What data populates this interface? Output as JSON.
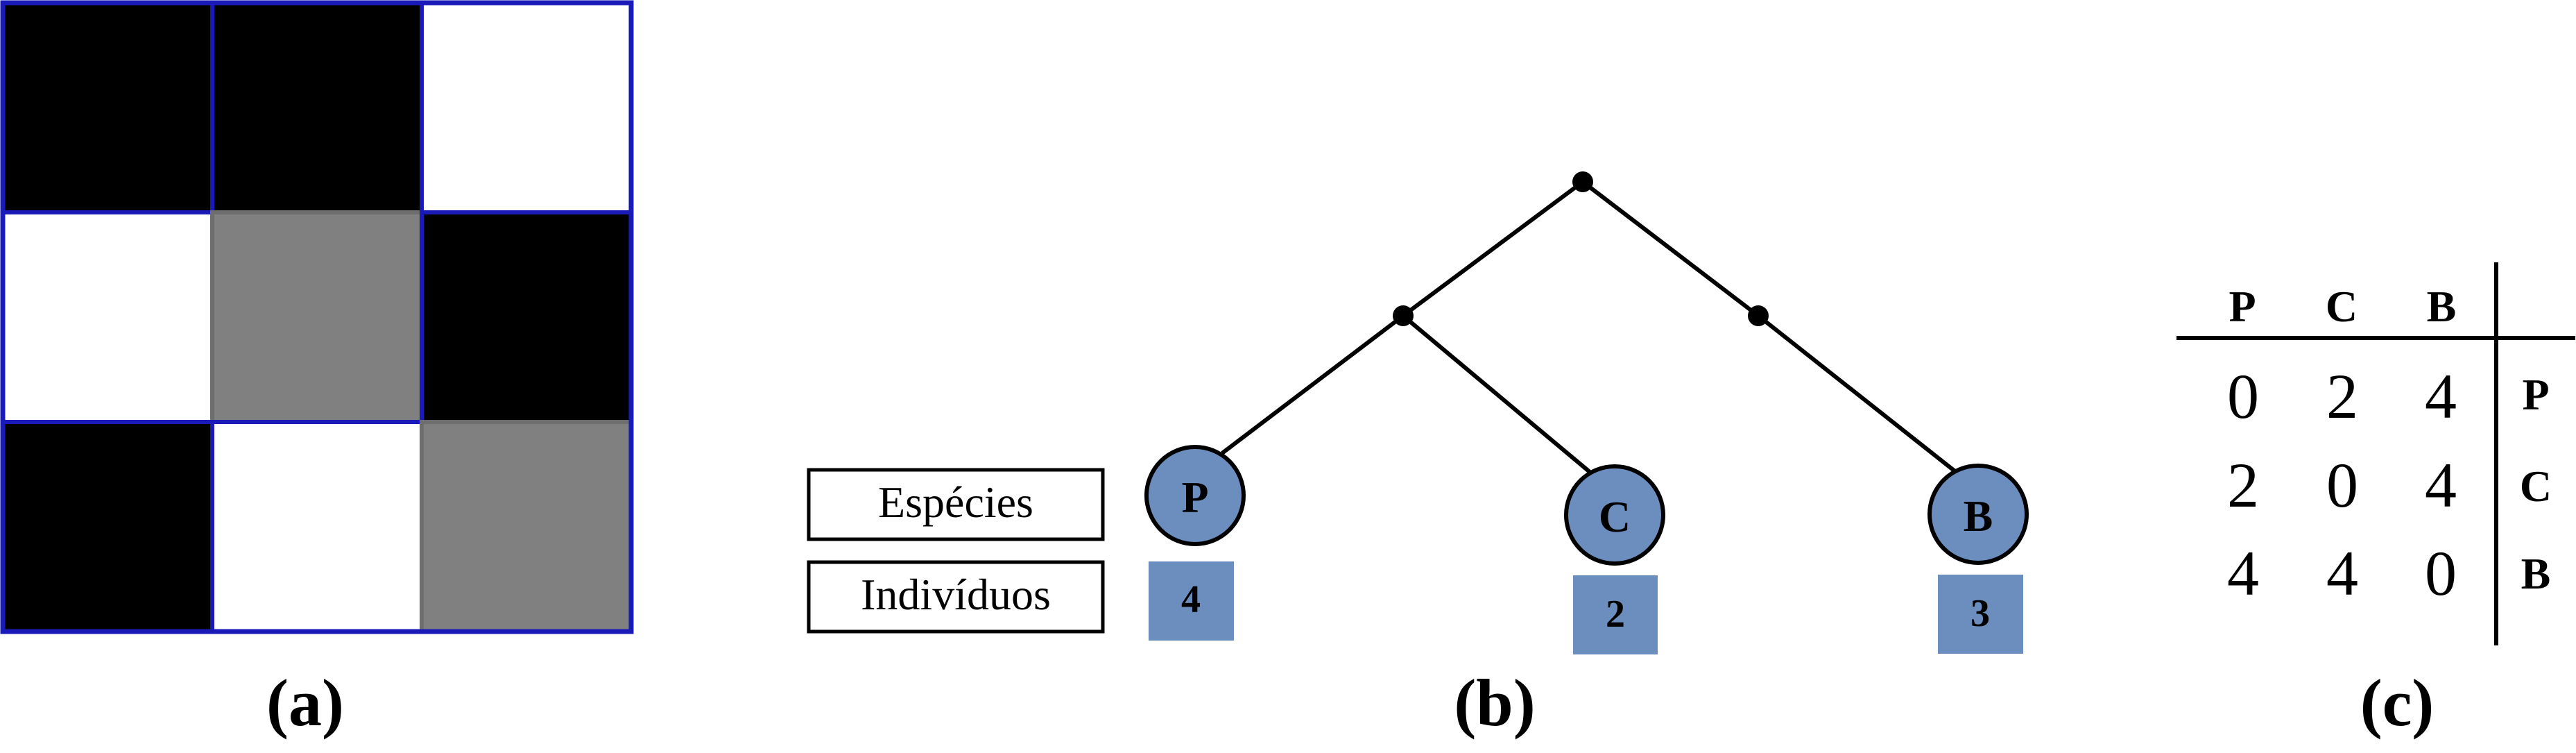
{
  "panel_a": {
    "caption": "(a)",
    "cells": [
      [
        "black",
        "black",
        "white"
      ],
      [
        "white",
        "gray",
        "black"
      ],
      [
        "black",
        "white",
        "gray"
      ]
    ],
    "colors": {
      "black": "#000000",
      "white": "#ffffff",
      "gray": "#808080",
      "border": "#1a1ab8",
      "inner_gray_border": "#6e6e6e"
    }
  },
  "panel_b": {
    "caption": "(b)",
    "legend": {
      "species": "Espécies",
      "individuals": "Indivíduos"
    },
    "leaves": [
      {
        "species": "P",
        "count": "4"
      },
      {
        "species": "C",
        "count": "2"
      },
      {
        "species": "B",
        "count": "3"
      }
    ],
    "colors": {
      "node_fill": "#6c8ebf",
      "box_fill": "#6c8ebf",
      "line": "#000000"
    }
  },
  "panel_c": {
    "caption": "(c)",
    "col_headers": [
      "P",
      "C",
      "B"
    ],
    "row_headers": [
      "P",
      "C",
      "B"
    ],
    "rows": [
      [
        "0",
        "2",
        "4"
      ],
      [
        "2",
        "0",
        "4"
      ],
      [
        "4",
        "4",
        "0"
      ]
    ]
  }
}
